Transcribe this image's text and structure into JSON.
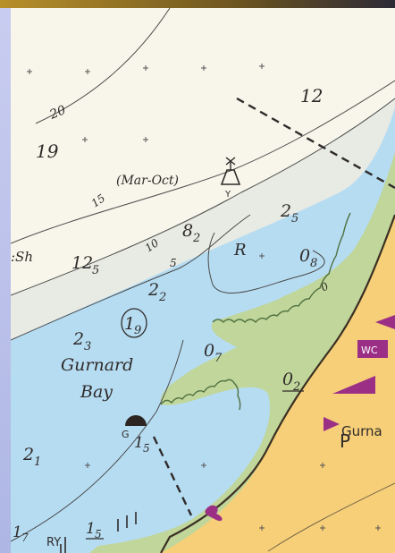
{
  "chart": {
    "soundings": {
      "s12": "12",
      "s19": "19",
      "s125": "12",
      "s125_sub": "5",
      "s82": "8",
      "s82_sub": "2",
      "s25": "2",
      "s25_sub": "5",
      "s08": "0",
      "s08_sub": "8",
      "s22": "2",
      "s22_sub": "2",
      "s23": "2",
      "s23_sub": "3",
      "s19c": "1",
      "s19c_sub": "9",
      "s07": "0",
      "s07_sub": "7",
      "s02": "0",
      "s02_sub": "2",
      "s21": "2",
      "s21_sub": "1",
      "s17": "1",
      "s17_sub": "7",
      "s15": "1",
      "s15_sub": "5",
      "s15b": "1",
      "s15b_sub": "5"
    },
    "contours": {
      "c20": "20",
      "c15": "15",
      "c10": "10",
      "c5": "5",
      "c0": "0"
    },
    "labels": {
      "seasonal": "(Mar-Oct)",
      "buoy_letter": "Y",
      "seabed": ":Sh",
      "rock": "R",
      "bay_line1": "Gurnard",
      "bay_line2": "Bay",
      "buoy_g": "G",
      "town": "Gurna",
      "wc": "WC",
      "parking": "P",
      "ry": "RY"
    },
    "colors": {
      "land": "#f6cf78",
      "water": "#b6dcf2",
      "deep_water": "#f8f6ea",
      "shoal": "#e8eae4",
      "intertidal": "#c0d69a",
      "magenta": "#9b2f86"
    },
    "icons": [
      "anchorage-bell-buoy-icon",
      "conical-buoy-icon",
      "wc-icon",
      "parking-icon",
      "flag-icon",
      "telephone-icon"
    ]
  }
}
